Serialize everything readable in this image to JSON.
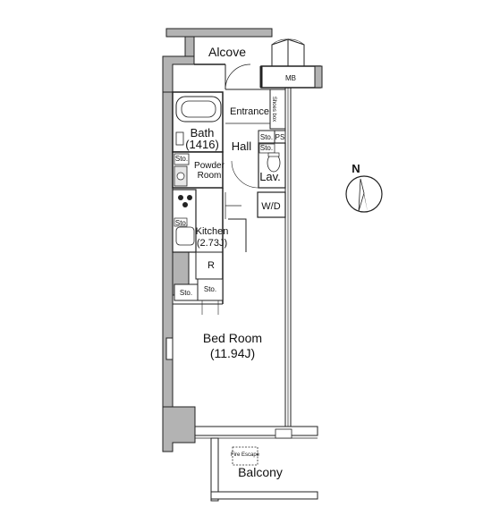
{
  "rooms": {
    "alcove": "Alcove",
    "mb": "MB",
    "entrance": "Entrance",
    "shoes_box": "Shoes box",
    "bath_name": "Bath",
    "bath_size": "(1416)",
    "hall": "Hall",
    "sto": "Sto.",
    "ps": "PS",
    "powder_line1": "Powder",
    "powder_line2": "Room",
    "lav": "Lav.",
    "wd": "W/D",
    "kitchen_name": "Kitchen",
    "kitchen_size": "(2.73J)",
    "fridge": "R",
    "bed_name": "Bed Room",
    "bed_size": "(11.94J)",
    "balcony": "Balcony",
    "fire_escape": "Fire Escape"
  },
  "compass": {
    "label": "N"
  },
  "colors": {
    "wall": "#b3b3b3",
    "line": "#222222",
    "counter": "#e6e6e6"
  }
}
